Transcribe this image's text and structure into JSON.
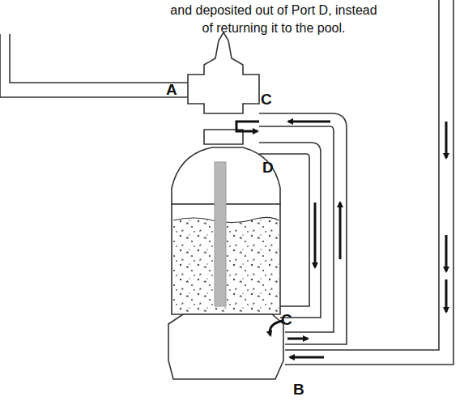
{
  "diagram": {
    "labels": [
      "and deposited out of Port D, instead of returning it to the pool.",
      "A",
      "C",
      "D",
      "C",
      "B"
    ]
  }
}
